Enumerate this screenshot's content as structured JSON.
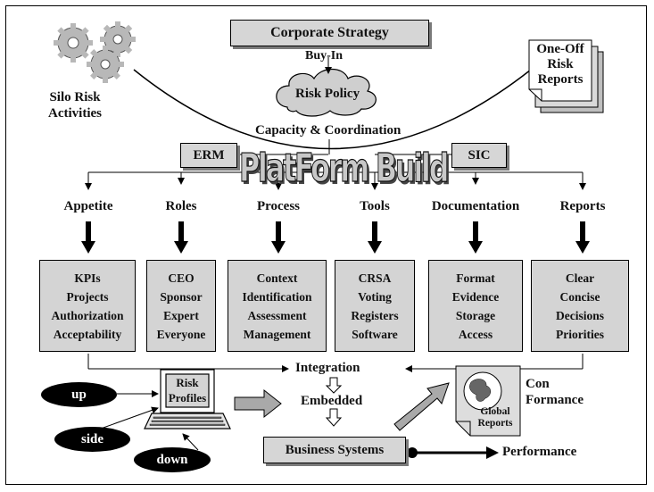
{
  "top": {
    "corporate_strategy": "Corporate Strategy",
    "buy_in": "Buy-In",
    "risk_policy": "Risk Policy",
    "capacity": "Capacity & Coordination",
    "silo_line1": "Silo Risk",
    "silo_line2": "Activities",
    "oneoff_line1": "One-Off",
    "oneoff_line2": "Risk",
    "oneoff_line3": "Reports"
  },
  "middle": {
    "erm": "ERM",
    "sic": "SIC",
    "platform": "PlatForm Build"
  },
  "categories": [
    {
      "heading": "Appetite",
      "items": [
        "KPIs",
        "Projects",
        "Authorization",
        "Acceptability"
      ]
    },
    {
      "heading": "Roles",
      "items": [
        "CEO",
        "Sponsor",
        "Expert",
        "Everyone"
      ]
    },
    {
      "heading": "Process",
      "items": [
        "Context",
        "Identification",
        "Assessment",
        "Management"
      ]
    },
    {
      "heading": "Tools",
      "items": [
        "CRSA",
        "Voting",
        "Registers",
        "Software"
      ]
    },
    {
      "heading": "Documentation",
      "items": [
        "Format",
        "Evidence",
        "Storage",
        "Access"
      ]
    },
    {
      "heading": "Reports",
      "items": [
        "Clear",
        "Concise",
        "Decisions",
        "Priorities"
      ]
    }
  ],
  "bottom": {
    "integration": "Integration",
    "embedded": "Embedded",
    "business_systems": "Business Systems",
    "performance": "Performance",
    "risk_profiles_line1": "Risk",
    "risk_profiles_line2": "Profiles",
    "global_line1": "Global",
    "global_line2": "Reports",
    "con": "Con",
    "formance": "Formance",
    "up": "up",
    "side": "side",
    "down": "down"
  }
}
